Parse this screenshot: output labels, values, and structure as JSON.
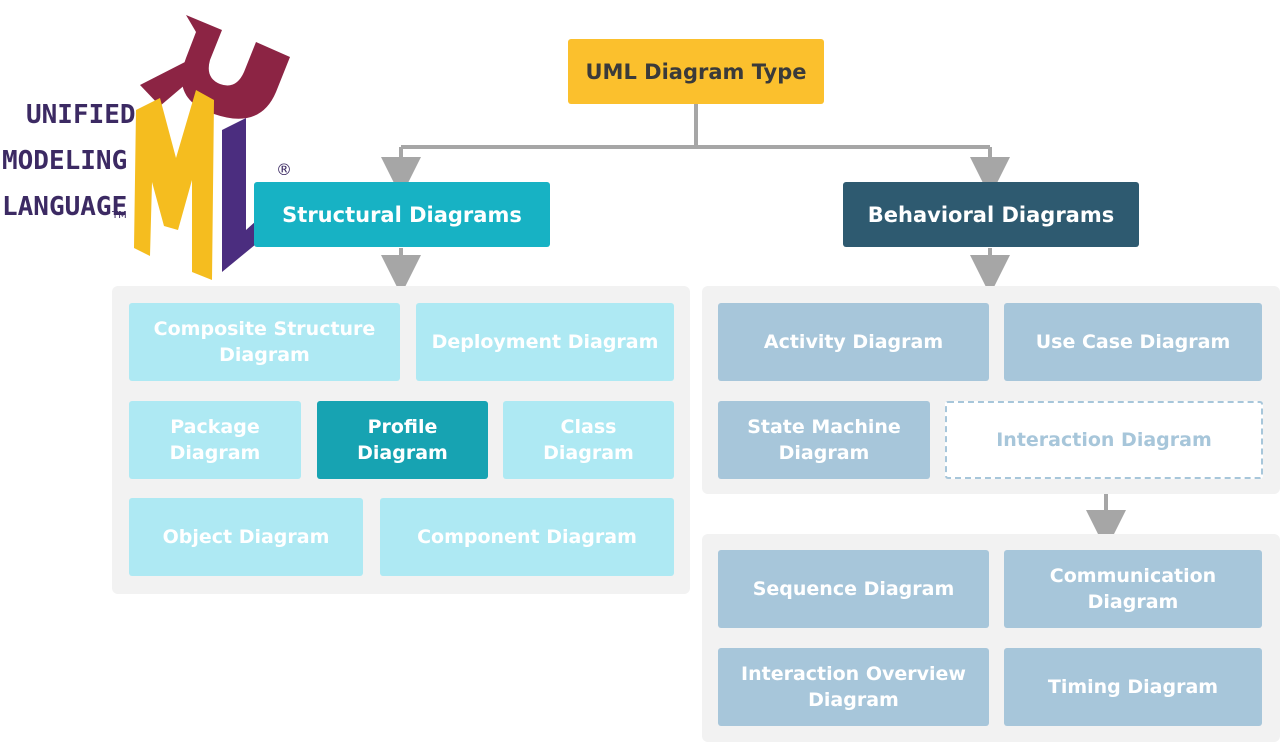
{
  "logo": {
    "line1": "UNIFIED",
    "line2": "MODELING",
    "line3": "LANGUAGE",
    "tm": "TM",
    "registered": "®",
    "colors": {
      "u": "#8c2444",
      "m": "#f5bd1f",
      "l": "#4b2d7f",
      "text": "#3c2a63"
    }
  },
  "root": {
    "label": "UML Diagram Type"
  },
  "structural": {
    "label": "Structural Diagrams",
    "items": [
      {
        "label": "Composite Structure Diagram"
      },
      {
        "label": "Deployment Diagram"
      },
      {
        "label": "Package Diagram"
      },
      {
        "label": "Profile Diagram"
      },
      {
        "label": "Class Diagram"
      },
      {
        "label": "Object Diagram"
      },
      {
        "label": "Component Diagram"
      }
    ]
  },
  "behavioral": {
    "label": "Behavioral Diagrams",
    "items": [
      {
        "label": "Activity Diagram"
      },
      {
        "label": "Use Case Diagram"
      },
      {
        "label": "State Machine Diagram"
      },
      {
        "label": "Interaction Diagram"
      }
    ],
    "interaction_items": [
      {
        "label": "Sequence Diagram"
      },
      {
        "label": "Communication Diagram"
      },
      {
        "label": "Interaction Overview Diagram"
      },
      {
        "label": "Timing Diagram"
      }
    ]
  },
  "colors": {
    "root": "#fbc02d",
    "structural": "#17b2c4",
    "behavioral": "#2e5a70",
    "structural_item": "#aee9f3",
    "structural_active": "#17a3b2",
    "behavioral_item": "#a7c6da",
    "connector": "#a6a6a6"
  }
}
